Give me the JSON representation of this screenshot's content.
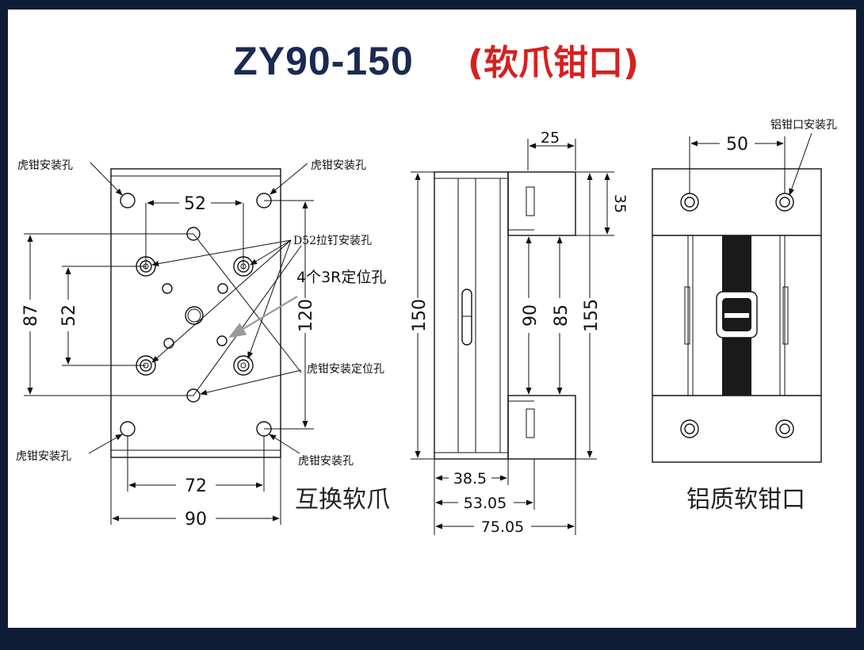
{
  "title": {
    "model": "ZY90-150",
    "subtitle": "(软爪钳口)",
    "model_color": "#1b2a52",
    "subtitle_color": "#d62020"
  },
  "front_view": {
    "dims": {
      "w52": "52",
      "h87": "87",
      "h52": "52",
      "h120": "120",
      "w72": "72",
      "w90": "90"
    },
    "notes": {
      "vise_hole_tl": "虎钳安装孔",
      "vise_hole_tr": "虎钳安装孔",
      "vise_hole_bl": "虎钳安装孔",
      "vise_hole_br": "虎钳安装孔",
      "d52_hole": "D52拉钉安装孔",
      "locate_3r": "4个3R定位孔",
      "vise_locate": "虎钳安装定位孔"
    },
    "caption": "互换软爪"
  },
  "side_view": {
    "dims": {
      "d25": "25",
      "d35": "35",
      "d150": "150",
      "d90": "90",
      "d85": "85",
      "d155": "155",
      "d38_5": "38.5",
      "d53_05": "53.05",
      "d75_05": "75.05"
    }
  },
  "jaw_view": {
    "dims": {
      "d50": "50"
    },
    "notes": {
      "jaw_hole": "铝钳口安装孔"
    },
    "caption": "铝质软钳口"
  },
  "colors": {
    "frame_border": "#0f1c36",
    "line": "#111111",
    "gray_arrow": "#9a9a9a"
  }
}
